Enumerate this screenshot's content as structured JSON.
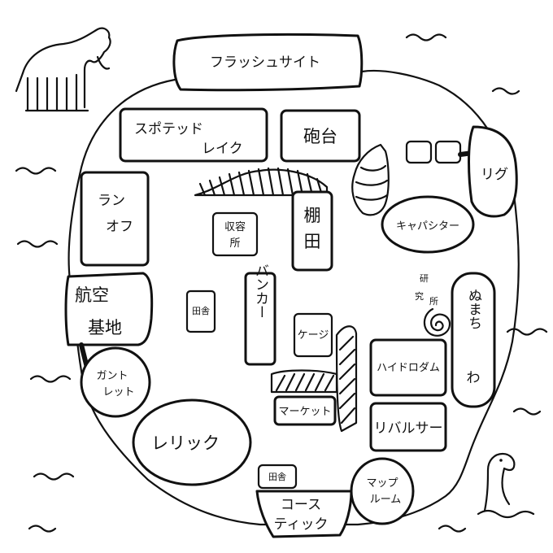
{
  "locations": {
    "flash_site": "フラッシュサイト",
    "spotted_lake_line1": "スポテッド",
    "spotted_lake_line2": "レイク",
    "battery": "砲台",
    "lone_off_line1": "ラン",
    "lone_off_line2": "オフ",
    "storage_line1": "収容",
    "storage_line2": "所",
    "terrace_line1": "棚",
    "terrace_line2": "田",
    "capacitor": "キャパシター",
    "rig": "リグ",
    "airbase_line1": "航空",
    "airbase_line2": "基地",
    "village_center": "田舎",
    "bunker": "バンカー",
    "cage": "ケージ",
    "lab_line1": "研",
    "lab_line2": "究",
    "lab_line3": "所",
    "swamp": "ぬまち",
    "swamp_wa": "わ",
    "hydro_dam": "ハイドロダム",
    "gauntlet_line1": "ガント",
    "gauntlet_line2": "レット",
    "market": "マーケット",
    "revolver": "リバルサー",
    "relic": "レリック",
    "village_south": "田舎",
    "coastic_line1": "コース",
    "coastic_line2": "ティック",
    "map_room_line1": "マップ",
    "map_room_line2": "ルーム"
  },
  "icons": {
    "top_left": "mammoth-icon",
    "bottom_right": "sea-serpent-icon"
  }
}
